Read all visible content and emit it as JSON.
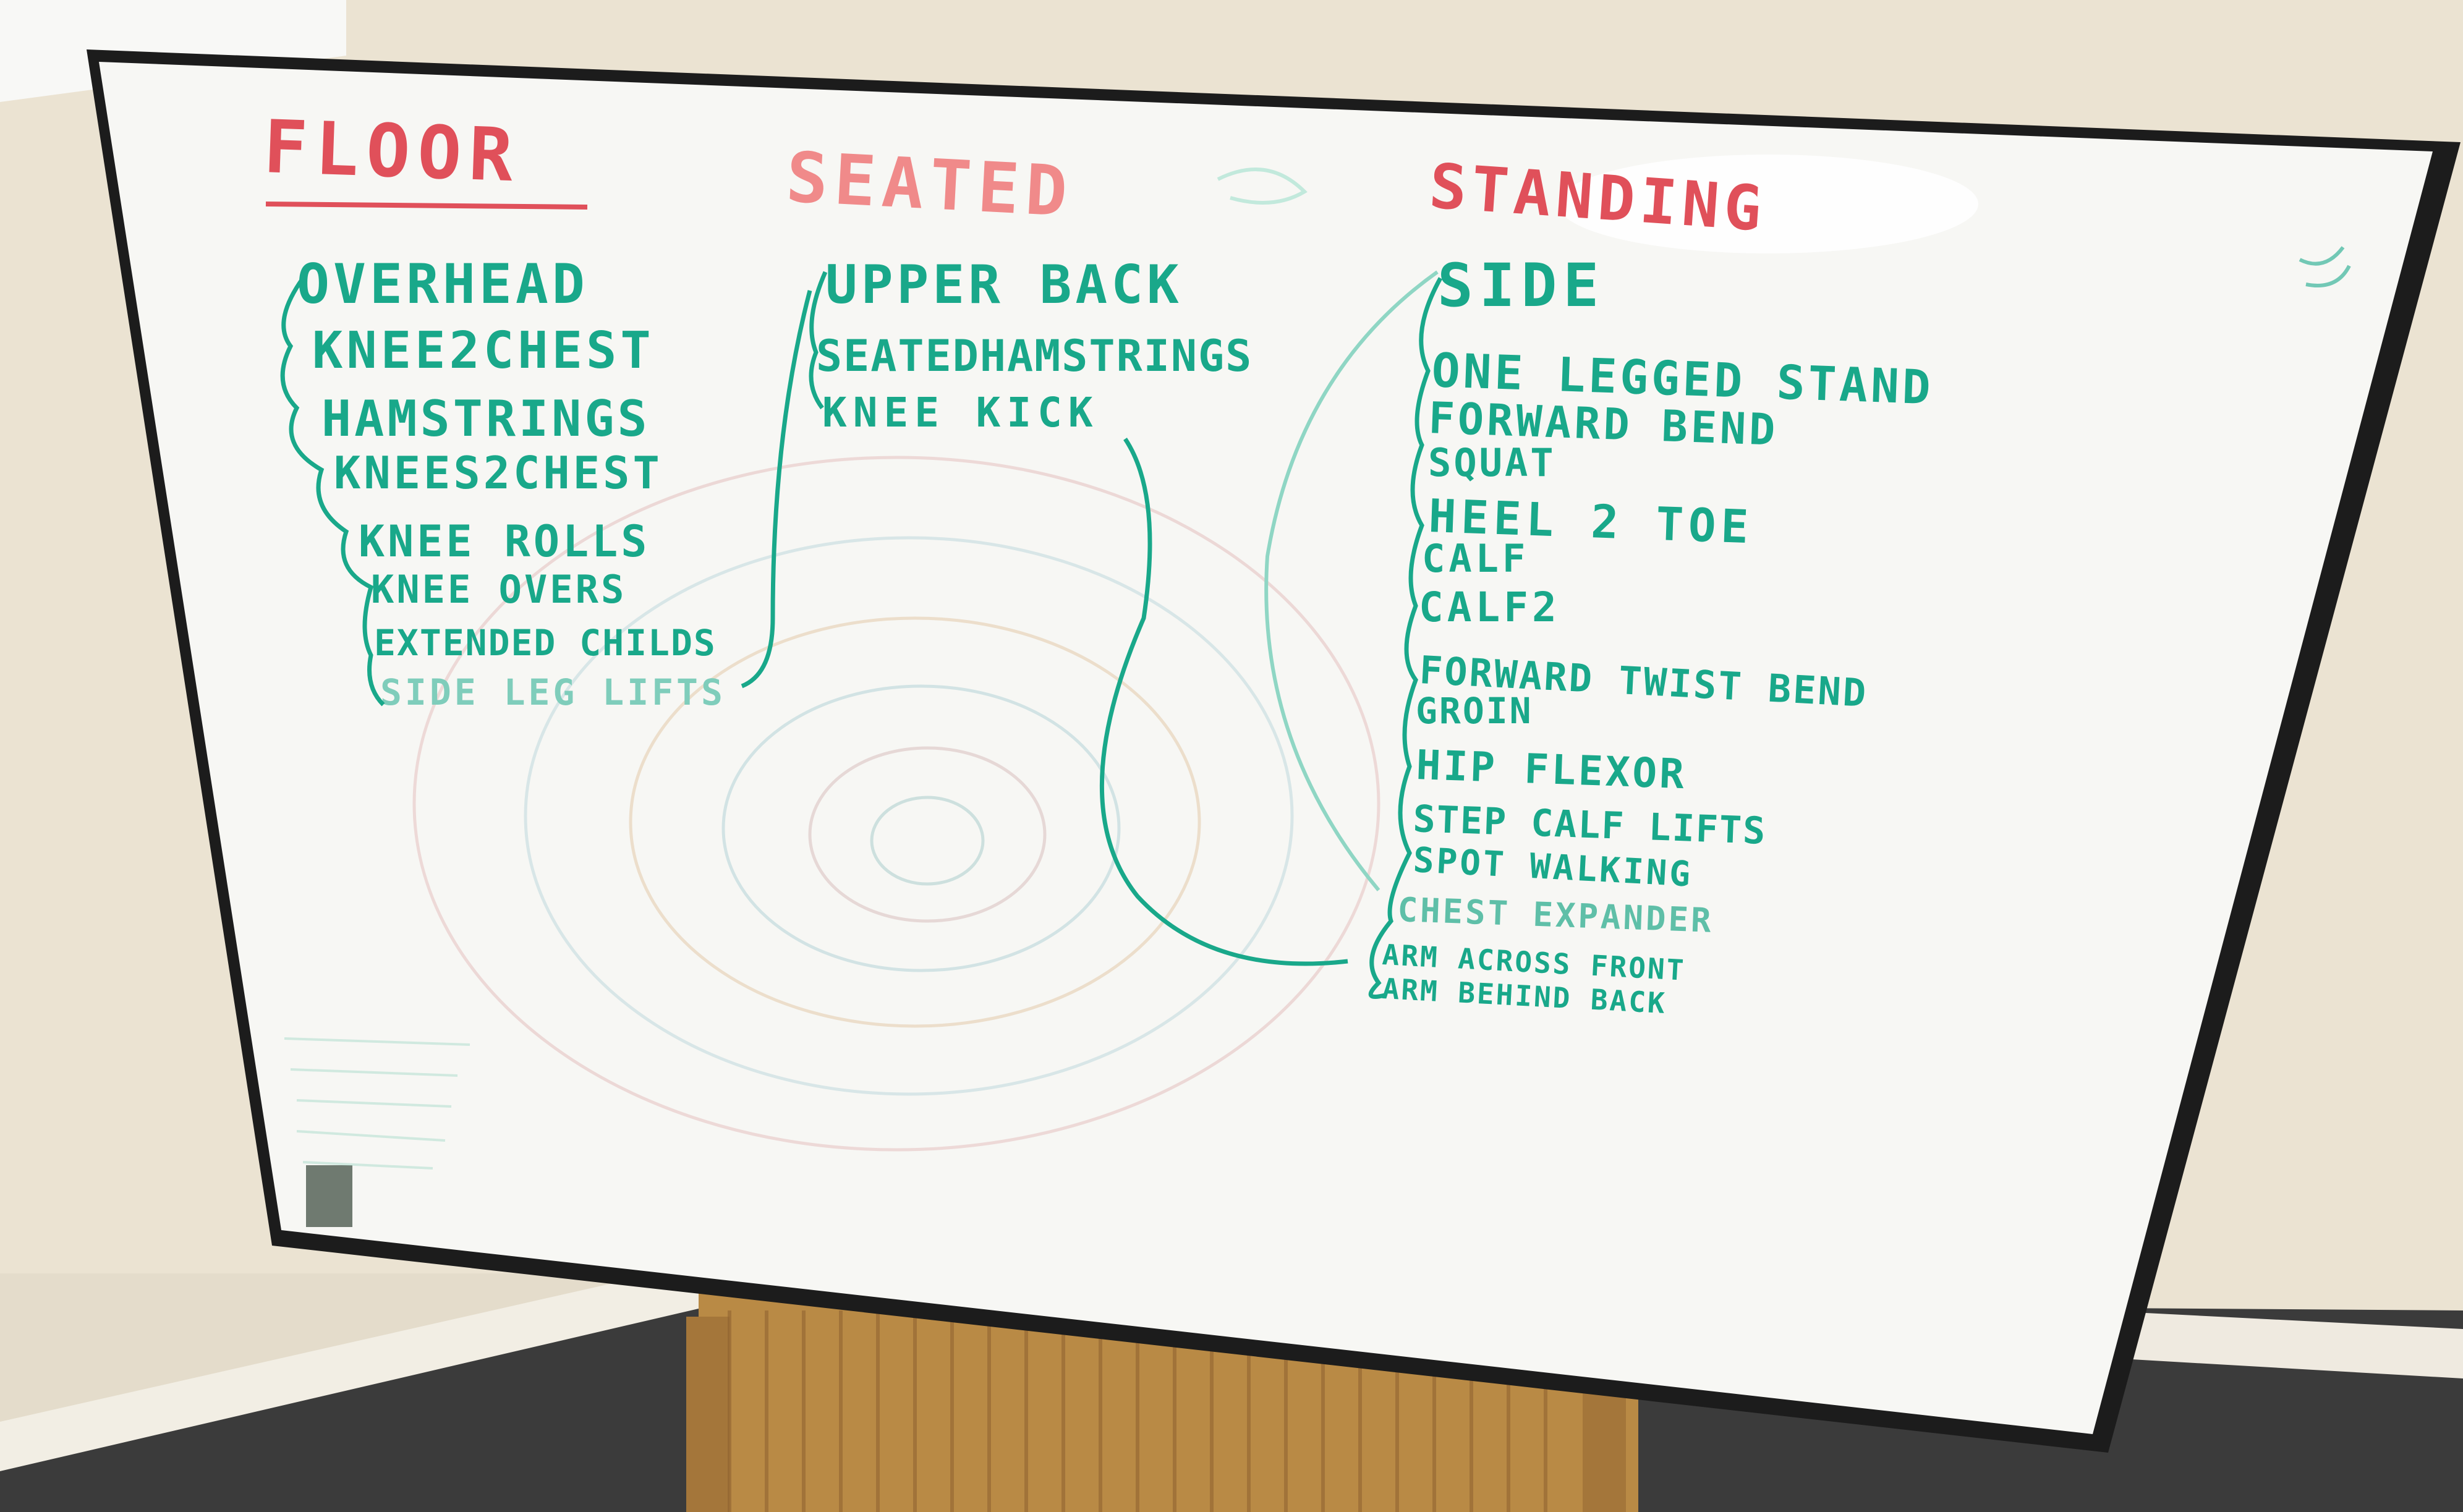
{
  "colors": {
    "wall": "#ebe3d2",
    "board": "#f7f7f4",
    "frame": "#1c1c1c",
    "red_marker": "#e0505a",
    "green_marker": "#19a88a",
    "stool": "#b98a45",
    "floor": "#3b3b3b"
  },
  "headings": {
    "floor": "FLOOR",
    "seated": "SEATED",
    "standing": "STANDING"
  },
  "floor_items": [
    "OVERHEAD",
    "KNEE2CHEST",
    "HAMSTRINGS",
    "KNEES2CHEST",
    "KNEE ROLLS",
    "KNEE OVERS",
    "EXTENDED CHILDS",
    "SIDE LEG LIFTS"
  ],
  "seated_items": [
    "UPPER BACK",
    "SEATEDHAMSTRINGS",
    "KNEE KICK"
  ],
  "standing_items": [
    "SIDE",
    "ONE LEGGED STAND",
    "FORWARD BEND",
    "SQUAT",
    "HEEL 2 TOE",
    "CALF",
    "CALF2",
    "FORWARD TWIST BEND",
    "GROIN",
    "HIP FLEXOR",
    "STEP CALF LIFTS",
    "SPOT WALKING",
    "CHEST EXPANDER",
    "ARM ACROSS FRONT",
    "ARM BEHIND BACK"
  ]
}
